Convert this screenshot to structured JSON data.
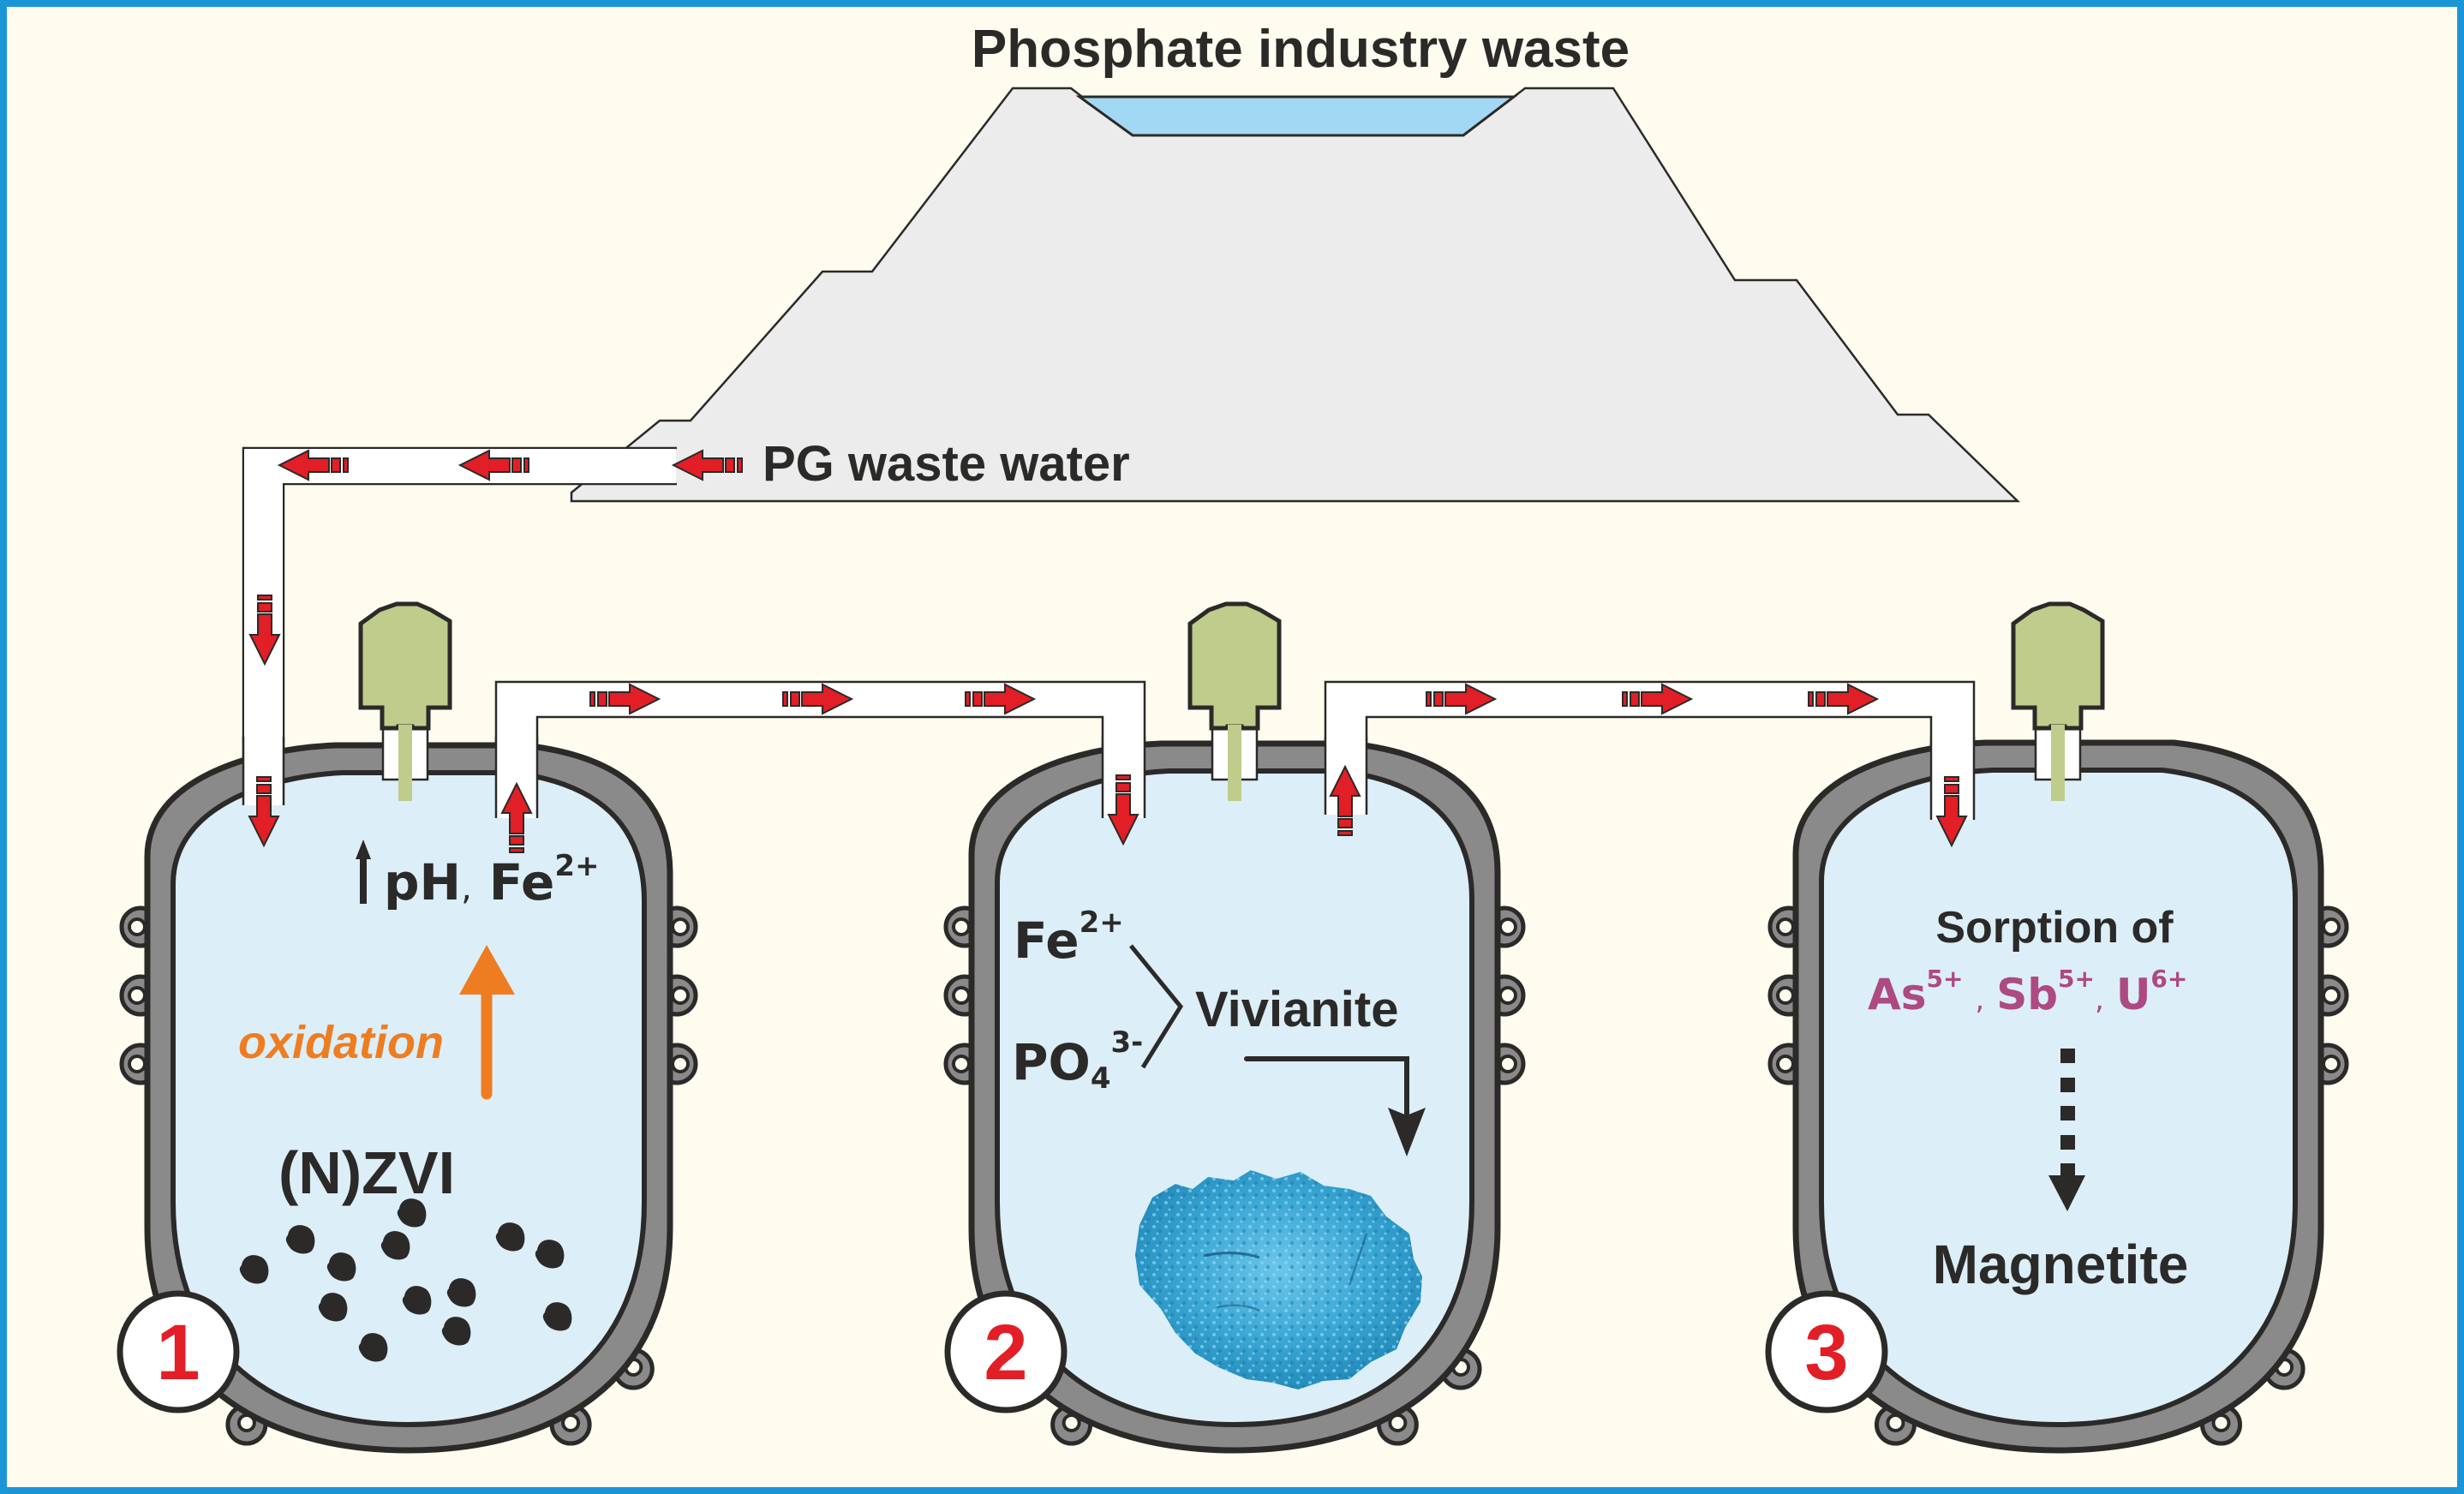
{
  "title": "Phosphate industry waste",
  "source_label": "PG waste water",
  "colors": {
    "frame_border": "#1a96d8",
    "background": "#fefcef",
    "mound_fill": "#ebeceb",
    "pond_fill": "#a3d8f4",
    "reactor_fill": "#dceef8",
    "reactor_wall": "#8a8a8a",
    "outline": "#2b2a28",
    "flow_arrow": "#e21e26",
    "stirrer_motor": "#c0cc8b",
    "oxidation": "#ee7d22",
    "contaminant_ions": "#ad4a82",
    "vivianite_powder": "#3aa7d4"
  },
  "reactors": [
    {
      "number": "1",
      "rise_label": "pH",
      "separator": ",",
      "ion": "Fe",
      "ion_charge": "2+",
      "process_label": "oxidation",
      "reagent_label": "(N)ZVI"
    },
    {
      "number": "2",
      "reactant_1": "Fe",
      "reactant_1_charge": "2+",
      "reactant_2": "PO",
      "reactant_2_subscript": "4",
      "reactant_2_charge": "3-",
      "product_label": "Vivianite"
    },
    {
      "number": "3",
      "heading": "Sorption of",
      "ions": [
        {
          "symbol": "As",
          "charge": "5+"
        },
        {
          "symbol": "Sb",
          "charge": "5+"
        },
        {
          "symbol": "U",
          "charge": "6+"
        }
      ],
      "ion_separator": ",",
      "product_label": "Magnetite"
    }
  ],
  "icons": {
    "flow_arrow": "flow-arrow-icon",
    "stirrer": "stirrer-motor-icon",
    "iron_particle": "iron-particle-icon",
    "vivianite": "vivianite-powder-icon"
  }
}
